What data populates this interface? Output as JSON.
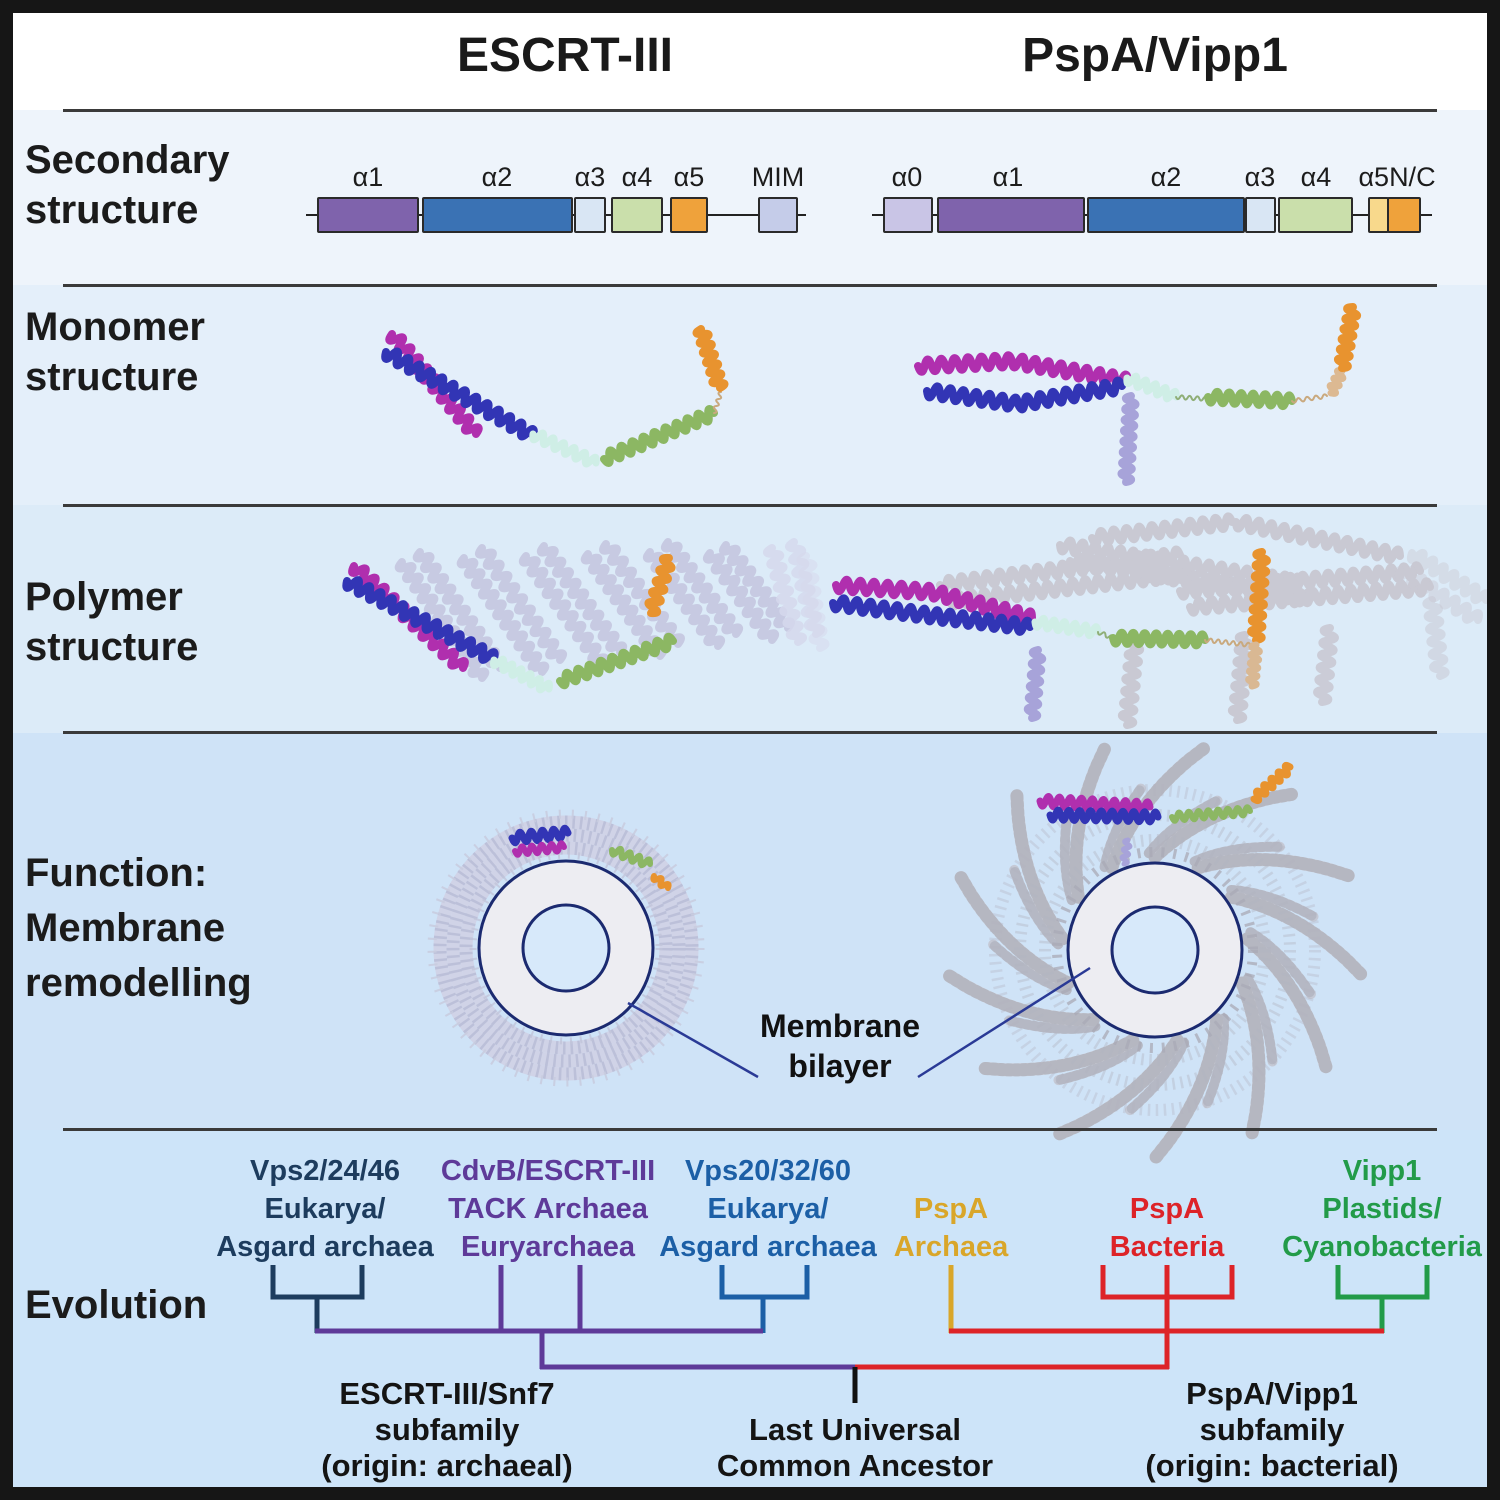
{
  "header": {
    "left_title": "ESCRT-III",
    "right_title": "PspA/Vipp1"
  },
  "row_labels": {
    "secondary": [
      "Secondary",
      "structure"
    ],
    "monomer": [
      "Monomer",
      "structure"
    ],
    "polymer": [
      "Polymer",
      "structure"
    ],
    "function": [
      "Function:",
      "Membrane",
      "remodelling"
    ],
    "evolution": [
      "Evolution"
    ]
  },
  "secondary_structure": {
    "escrt_domains": [
      {
        "label": "α1",
        "color": "#7f63ac"
      },
      {
        "label": "α2",
        "color": "#3a72b4"
      },
      {
        "label": "α3",
        "color": "#d9e6f4"
      },
      {
        "label": "α4",
        "color": "#cadfab"
      },
      {
        "label": "α5",
        "color": "#efa23b"
      },
      {
        "label": "MIM",
        "color": "#c5cce9"
      }
    ],
    "pspa_domains": [
      {
        "label": "α0",
        "color": "#c9c5e6"
      },
      {
        "label": "α1",
        "color": "#7f63ac"
      },
      {
        "label": "α2",
        "color": "#3a72b4"
      },
      {
        "label": "α3",
        "color": "#d9e6f4"
      },
      {
        "label": "α4",
        "color": "#cadfab"
      },
      {
        "label": "α5N/C",
        "colors": [
          "#f8d98c",
          "#efa23b"
        ]
      }
    ]
  },
  "function_row": {
    "membrane_label": [
      "Membrane",
      "bilayer"
    ]
  },
  "evolution": {
    "clades": [
      {
        "lines": [
          "Vps2/24/46",
          "Eukarya/",
          "Asgard archaea"
        ],
        "color": "#1d3c5e"
      },
      {
        "lines": [
          "CdvB/ESCRT-III",
          "TACK Archaea",
          "Euryarchaea"
        ],
        "color": "#5e3a99"
      },
      {
        "lines": [
          "Vps20/32/60",
          "Eukarya/",
          "Asgard archaea"
        ],
        "color": "#1c5fa6"
      },
      {
        "lines": [
          "PspA",
          "Archaea"
        ],
        "color": "#d9a62a"
      },
      {
        "lines": [
          "PspA",
          "Bacteria"
        ],
        "color": "#dd2328"
      },
      {
        "lines": [
          "Vipp1",
          "Plastids/",
          "Cyanobacteria"
        ],
        "color": "#229b49"
      }
    ],
    "bottom_labels": [
      {
        "lines": [
          "ESCRT-III/Snf7",
          "subfamily",
          "(origin: archaeal)"
        ]
      },
      {
        "lines": [
          "Last Universal",
          "Common Ancestor"
        ]
      },
      {
        "lines": [
          "PspA/Vipp1",
          "subfamily",
          "(origin: bacterial)"
        ]
      }
    ]
  },
  "palette": {
    "helix_colors": {
      "hairpin_magenta": "#b02fae",
      "hairpin_blue": "#3235b5",
      "alpha0_lavender": "#a7a3d9",
      "alpha3_cyan": "#cfeee6",
      "alpha4_green": "#8cb763",
      "alpha5_orange": "#e8932f",
      "polymer_gray_escrt": "#c7cae2",
      "polymer_gray_pspa": "#c9c9d3"
    },
    "tree_colors": {
      "navy": "#1d3c5e",
      "purple": "#5e3a99",
      "blue": "#1c5fa6",
      "yellow": "#d9a62a",
      "red": "#dd2328",
      "green": "#229b49",
      "luca_tick": "#111111"
    },
    "membrane_outline": "#1b2a70",
    "row_backgrounds": [
      "#ffffff",
      "#eef4fb",
      "#e4effa",
      "#dcebf8",
      "#cfe3f7",
      "#cde4f9"
    ]
  }
}
